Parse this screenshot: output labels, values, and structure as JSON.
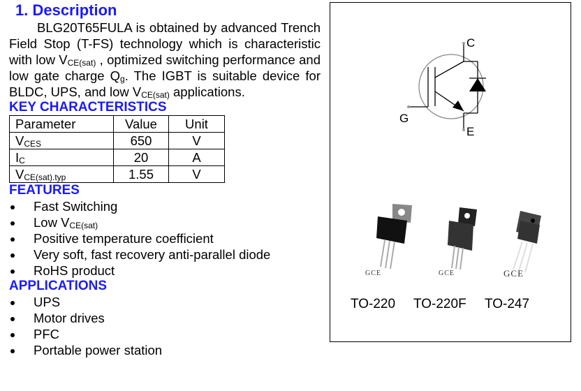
{
  "description": {
    "heading": "1.  Description",
    "p1": "BLG20T65FULA is obtained by advanced Trench Field Stop (T-FS) technology which is characteristic with low V",
    "p1_sub": "CE(sat)",
    "p2": " , optimized switching performance and low gate charge Q",
    "p2_sub": "g",
    "p3": ". The IGBT is suitable device for BLDC, UPS, and low V",
    "p3_sub": "CE(sat)",
    "p4": " applications."
  },
  "key_characteristics": {
    "heading": "KEY CHARACTERISTICS",
    "headers": [
      "Parameter",
      "Value",
      "Unit"
    ],
    "rows": [
      {
        "param": "V",
        "param_sub": "CES",
        "value": "650",
        "unit": "V"
      },
      {
        "param": "I",
        "param_sub": "C",
        "value": "20",
        "unit": "A"
      },
      {
        "param": "V",
        "param_sub": "CE(sat).typ",
        "value": "1.55",
        "unit": "V"
      }
    ]
  },
  "features": {
    "heading": "FEATURES",
    "items": [
      "Fast Switching",
      "Low V",
      "Positive temperature coefficient",
      "Very soft, fast recovery anti-parallel diode",
      "RoHS product"
    ],
    "item1_sub": "CE(sat)"
  },
  "applications": {
    "heading": "APPLICATIONS",
    "items": [
      "UPS",
      "Motor drives",
      "PFC",
      "Portable power station"
    ]
  },
  "symbol": {
    "terminals": {
      "c": "C",
      "g": "G",
      "e": "E"
    }
  },
  "packages": {
    "names": [
      "TO-220",
      "TO-220F",
      "TO-247"
    ],
    "pin_labels": [
      "G",
      "C",
      "E"
    ]
  },
  "colors": {
    "heading": "#1a1aff"
  }
}
